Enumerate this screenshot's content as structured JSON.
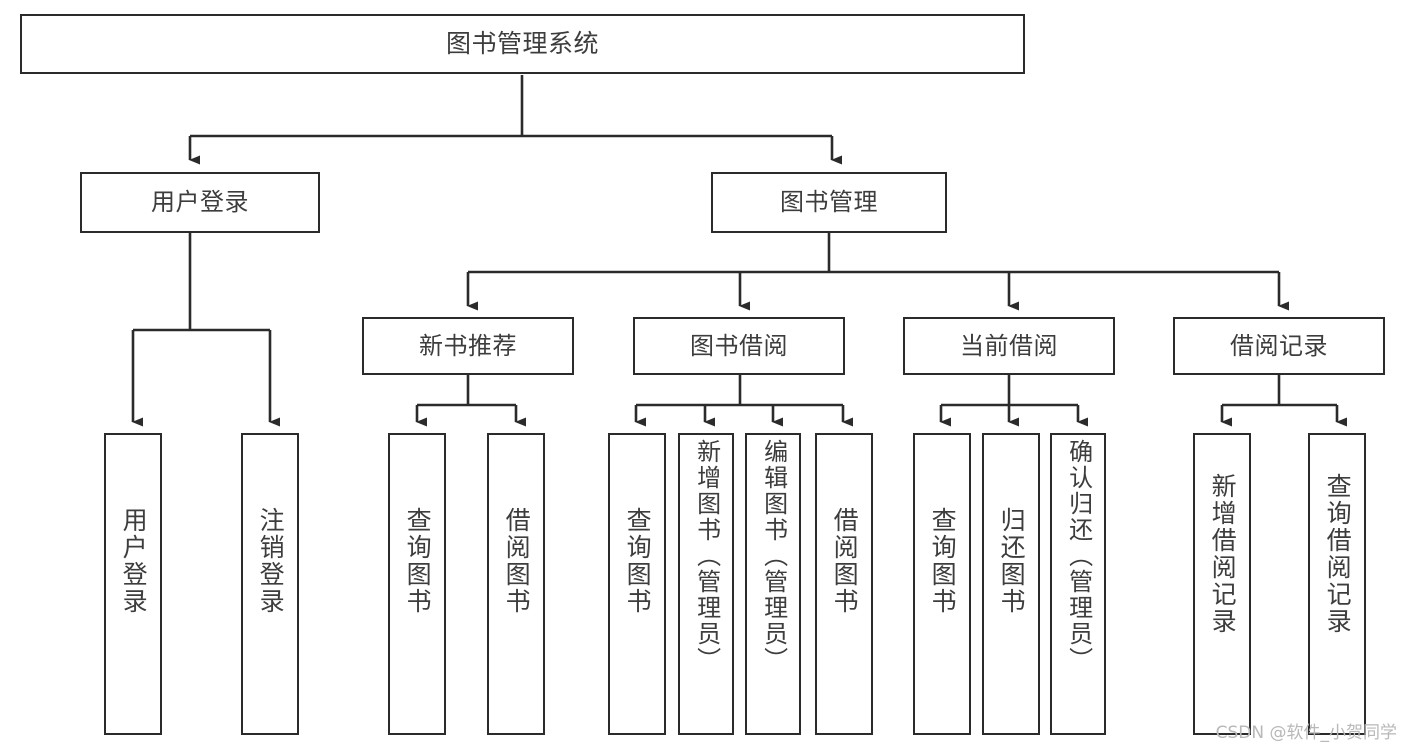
{
  "diagram": {
    "title": "图书管理系统",
    "type": "tree-hierarchy",
    "watermark": "CSDN @软件_小贺同学",
    "colors": {
      "box_border": "#2b2b2b",
      "box_fill": "#ffffff",
      "text": "#3d3d3d",
      "edge": "#2b2b2b",
      "background": "#ffffff",
      "watermark": "#b8b8b8"
    },
    "nodes": {
      "root": {
        "id": "root",
        "label": "图书管理系统",
        "level": 0
      },
      "level1": [
        {
          "id": "user-login",
          "label": "用户登录",
          "level": 1
        },
        {
          "id": "book-management",
          "label": "图书管理",
          "level": 1
        }
      ],
      "level2": [
        {
          "id": "new-book-recommend",
          "label": "新书推荐",
          "level": 2,
          "parent": "book-management"
        },
        {
          "id": "book-borrow",
          "label": "图书借阅",
          "level": 2,
          "parent": "book-management"
        },
        {
          "id": "current-borrow",
          "label": "当前借阅",
          "level": 2,
          "parent": "book-management"
        },
        {
          "id": "borrow-record",
          "label": "借阅记录",
          "level": 2,
          "parent": "book-management"
        }
      ],
      "leaves": [
        {
          "id": "leaf-user-login",
          "label": "用户登录",
          "parent": "user-login"
        },
        {
          "id": "leaf-logout-login",
          "label": "注销登录",
          "parent": "user-login"
        },
        {
          "id": "leaf-query-book-1",
          "label": "查询图书",
          "parent": "new-book-recommend"
        },
        {
          "id": "leaf-borrow-book-1",
          "label": "借阅图书",
          "parent": "new-book-recommend"
        },
        {
          "id": "leaf-query-book-2",
          "label": "查询图书",
          "parent": "book-borrow"
        },
        {
          "id": "leaf-add-book",
          "label": "新增图书（管理员）",
          "parent": "book-borrow"
        },
        {
          "id": "leaf-edit-book",
          "label": "编辑图书（管理员）",
          "parent": "book-borrow"
        },
        {
          "id": "leaf-borrow-book-2",
          "label": "借阅图书",
          "parent": "book-borrow"
        },
        {
          "id": "leaf-query-book-3",
          "label": "查询图书",
          "parent": "current-borrow"
        },
        {
          "id": "leaf-return-book",
          "label": "归还图书",
          "parent": "current-borrow"
        },
        {
          "id": "leaf-confirm-return",
          "label": "确认归还（管理员）",
          "parent": "current-borrow"
        },
        {
          "id": "leaf-add-record",
          "label": "新增借阅记录",
          "parent": "borrow-record"
        },
        {
          "id": "leaf-query-record",
          "label": "查询借阅记录",
          "parent": "borrow-record"
        }
      ]
    }
  }
}
